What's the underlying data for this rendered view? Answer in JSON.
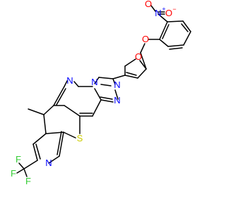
{
  "molecule": {
    "colors": {
      "bond": "#000000",
      "nitrogen": "#0000ff",
      "oxygen": "#ff0000",
      "sulfur": "#cccc00",
      "fluorine": "#33cc33"
    },
    "atom_labels": {
      "n_pyrimidine_top": "N",
      "n_pyrimidine_left": "N",
      "n_triazole_n1": "N",
      "n_triazole_n2": "N",
      "n_triazole_n3": "N",
      "n_pyridine": "N",
      "s_thiophene": "S",
      "o_furan": "O",
      "o_ether": "O",
      "n_nitro": "N",
      "n_nitro_charge": "+",
      "o_nitro_top": "O",
      "o_nitro_right": "O",
      "o_nitro_charge": "−",
      "f_top": "F",
      "f_left": "F",
      "f_bottom": "F"
    }
  }
}
